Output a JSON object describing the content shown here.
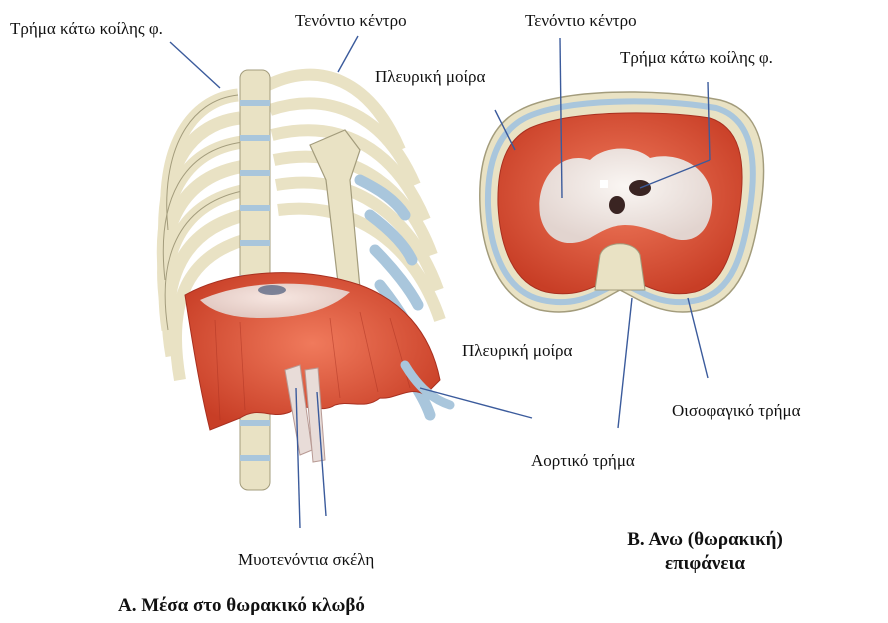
{
  "figure_a": {
    "labels": {
      "inferior_vena_cava_foramen": "Τρήμα κάτω κοίλης φ.",
      "central_tendon": "Τενόντιο κέντρο",
      "costal_part": "Πλευρική μοίρα",
      "musculotendinous_crura": "Μυοτενόντια σκέλη"
    },
    "caption": "Α. Μέσα στο θωρακικό κλωβό"
  },
  "figure_b": {
    "labels": {
      "central_tendon": "Τενόντιο κέντρο",
      "inferior_vena_cava_foramen": "Τρήμα κάτω κοίλης φ.",
      "costal_part": "Πλευρική μοίρα",
      "esophageal_hiatus": "Οισοφαγικό τρήμα",
      "aortic_hiatus": "Αορτικό τρήμα"
    },
    "caption_line1": "Β. Ανω (θωρακική)",
    "caption_line2": "επιφάνεια"
  },
  "colors": {
    "bone": "#e9e2c4",
    "bone_outline": "#a39c7c",
    "cartilage": "#a9c6dc",
    "muscle": "#d9553c",
    "muscle_dark": "#b83a26",
    "tendon": "#ece4e0",
    "leader_line": "#3b5b9c"
  }
}
